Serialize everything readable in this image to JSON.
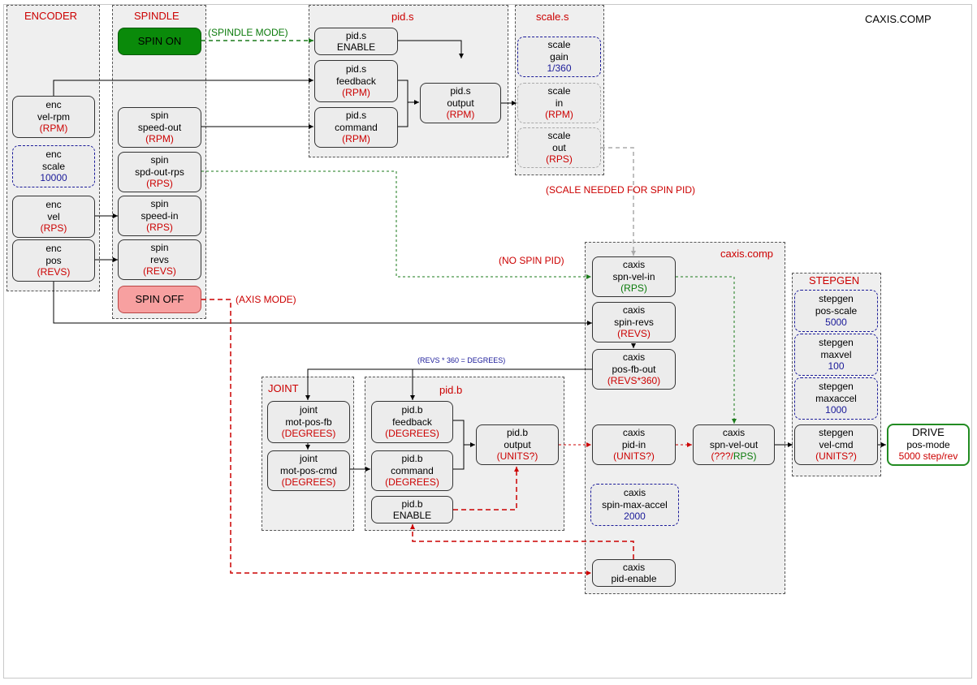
{
  "title": "CAXIS.COMP",
  "groups": {
    "encoder": "ENCODER",
    "spindle": "SPINDLE",
    "pid_s": "pid.s",
    "scale_s": "scale.s",
    "caxis": "caxis.comp",
    "stepgen": "STEPGEN",
    "joint": "JOINT",
    "pid_b": "pid.b"
  },
  "encoder": {
    "vel_rpm": [
      "enc",
      "vel-rpm",
      "(RPM)"
    ],
    "scale": [
      "enc",
      "scale",
      "10000"
    ],
    "vel": [
      "enc",
      "vel",
      "(RPS)"
    ],
    "pos": [
      "enc",
      "pos",
      "(REVS)"
    ]
  },
  "spindle": {
    "spin_on": "SPIN ON",
    "speed_out": [
      "spin",
      "speed-out",
      "(RPM)"
    ],
    "spd_out_rps": [
      "spin",
      "spd-out-rps",
      "(RPS)"
    ],
    "speed_in": [
      "spin",
      "speed-in",
      "(RPS)"
    ],
    "revs": [
      "spin",
      "revs",
      "(REVS)"
    ],
    "spin_off": "SPIN OFF"
  },
  "pid_s": {
    "enable": [
      "pid.s",
      "ENABLE"
    ],
    "feedback": [
      "pid.s",
      "feedback",
      "(RPM)"
    ],
    "command": [
      "pid.s",
      "command",
      "(RPM)"
    ],
    "output": [
      "pid.s",
      "output",
      "(RPM)"
    ]
  },
  "scale_s": {
    "gain": [
      "scale",
      "gain",
      "1/360"
    ],
    "in": [
      "scale",
      "in",
      "(RPM)"
    ],
    "out": [
      "scale",
      "out",
      "(RPS)"
    ]
  },
  "caxis": {
    "spn_vel_in": [
      "caxis",
      "spn-vel-in",
      "(RPS)"
    ],
    "spin_revs": [
      "caxis",
      "spin-revs",
      "(REVS)"
    ],
    "pos_fb_out": [
      "caxis",
      "pos-fb-out",
      "(REVS*360)"
    ],
    "pid_in": [
      "caxis",
      "pid-in",
      "(UNITS?)"
    ],
    "spn_vel_out": [
      "caxis",
      "spn-vel-out",
      "(???/",
      "RPS)"
    ],
    "spin_max_accel": [
      "caxis",
      "spin-max-accel",
      "2000"
    ],
    "pid_enable": [
      "caxis",
      "pid-enable"
    ]
  },
  "stepgen": {
    "pos_scale": [
      "stepgen",
      "pos-scale",
      "5000"
    ],
    "maxvel": [
      "stepgen",
      "maxvel",
      "100"
    ],
    "maxaccel": [
      "stepgen",
      "maxaccel",
      "1000"
    ],
    "vel_cmd": [
      "stepgen",
      "vel-cmd",
      "(UNITS?)"
    ]
  },
  "joint": {
    "mot_pos_fb": [
      "joint",
      "mot-pos-fb",
      "(DEGREES)"
    ],
    "mot_pos_cmd": [
      "joint",
      "mot-pos-cmd",
      "(DEGREES)"
    ]
  },
  "pid_b": {
    "feedback": [
      "pid.b",
      "feedback",
      "(DEGREES)"
    ],
    "command": [
      "pid.b",
      "command",
      "(DEGREES)"
    ],
    "enable": [
      "pid.b",
      "ENABLE"
    ],
    "output": [
      "pid.b",
      "output",
      "(UNITS?)"
    ]
  },
  "drive": [
    "DRIVE",
    "pos-mode",
    "5000 step/rev"
  ],
  "annotations": {
    "spindle_mode": "(SPINDLE MODE)",
    "axis_mode": "(AXIS MODE)",
    "scale_needed": "(SCALE NEEDED FOR  SPIN PID)",
    "no_spin_pid": "(NO SPIN PID)",
    "revs_degrees": "(REVS * 360 = DEGREES)"
  },
  "colors": {
    "red_text": "#cc0000",
    "blue_text": "#1a1a99",
    "green_text": "#0a7a0a",
    "spin_on_fill": "#0a8a0a",
    "spin_off_fill": "#f7a0a0",
    "drive_border": "#228b22"
  }
}
